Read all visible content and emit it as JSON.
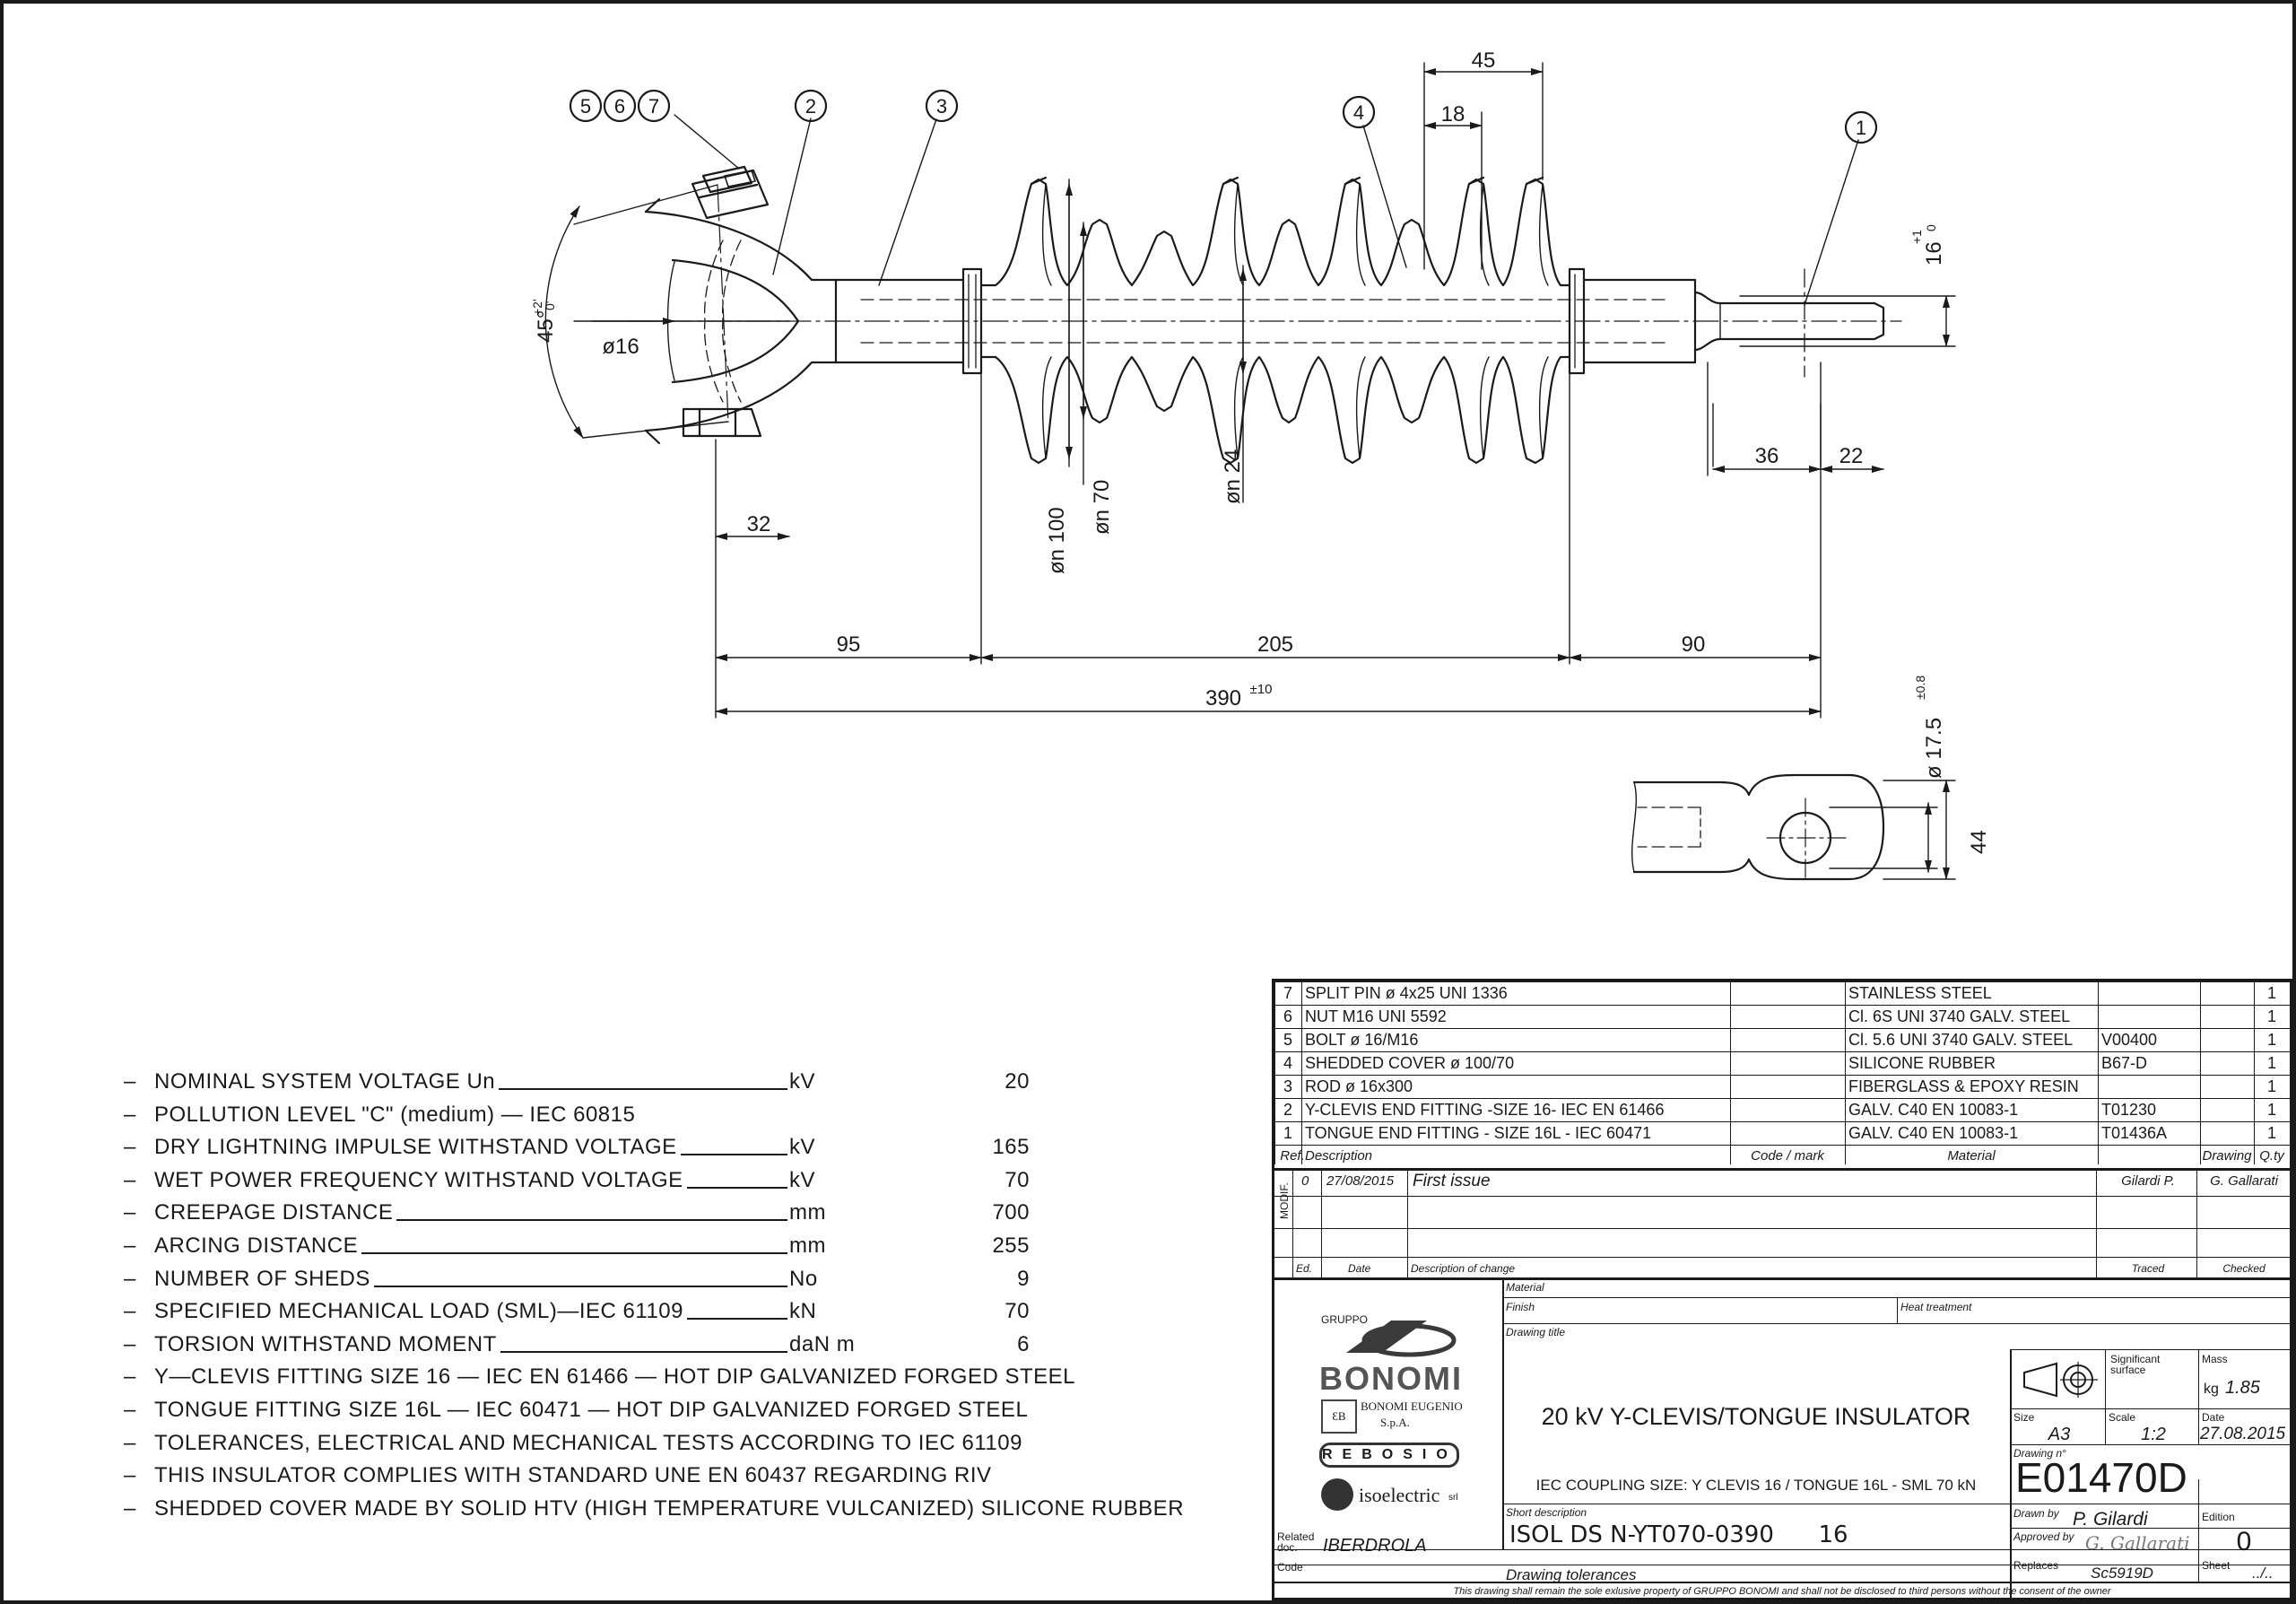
{
  "balloons": {
    "b5": "5",
    "b6": "6",
    "b7": "7",
    "b2": "2",
    "b3": "3",
    "b4": "4",
    "b1": "1"
  },
  "dimensions": {
    "d45": "45",
    "d18": "18",
    "angle": "45°",
    "angle_tol_top": "+2'",
    "angle_tol_bot": "0'",
    "dia16": "ø16",
    "d32": "32",
    "n100": "øn 100",
    "n70": "øn 70",
    "n24": "øn 24",
    "d36": "36",
    "d22": "22",
    "d16": "16",
    "d16_tol_top": "+1",
    "d16_tol_bot": "0",
    "d95": "95",
    "d205": "205",
    "d90": "90",
    "d390": "390",
    "d390_tol": "±10",
    "d17_5": "ø 17.5",
    "d17_5_tol": "±0.8",
    "d44": "44"
  },
  "specs": [
    {
      "label": "NOMINAL SYSTEM VOLTAGE Un",
      "unit": "kV",
      "value": "20",
      "leader": true
    },
    {
      "label": "POLLUTION LEVEL \"C\" (medium) — IEC 60815",
      "unit": "",
      "value": "",
      "leader": false
    },
    {
      "label": "DRY LIGHTNING IMPULSE WITHSTAND VOLTAGE",
      "unit": "kV",
      "value": "165",
      "leader": true
    },
    {
      "label": "WET POWER FREQUENCY WITHSTAND VOLTAGE",
      "unit": "kV",
      "value": "70",
      "leader": true
    },
    {
      "label": "CREEPAGE DISTANCE",
      "unit": "mm",
      "value": "700",
      "leader": true
    },
    {
      "label": "ARCING DISTANCE",
      "unit": "mm",
      "value": "255",
      "leader": true
    },
    {
      "label": "NUMBER OF SHEDS",
      "unit": "No",
      "value": "9",
      "leader": true
    },
    {
      "label": "SPECIFIED MECHANICAL LOAD (SML)—IEC 61109",
      "unit": "kN",
      "value": "70",
      "leader": true
    },
    {
      "label": "TORSION WITHSTAND MOMENT",
      "unit": "daN m",
      "value": "6",
      "leader": true
    },
    {
      "label": "Y—CLEVIS FITTING SIZE 16 — IEC EN 61466 — HOT DIP GALVANIZED FORGED STEEL",
      "unit": "",
      "value": "",
      "leader": false
    },
    {
      "label": "TONGUE FITTING SIZE 16L — IEC 60471 — HOT DIP GALVANIZED FORGED STEEL",
      "unit": "",
      "value": "",
      "leader": false
    },
    {
      "label": "TOLERANCES, ELECTRICAL AND MECHANICAL TESTS ACCORDING TO IEC 61109",
      "unit": "",
      "value": "",
      "leader": false
    },
    {
      "label": "THIS INSULATOR COMPLIES WITH STANDARD UNE EN 60437 REGARDING RIV",
      "unit": "",
      "value": "",
      "leader": false
    },
    {
      "label": "SHEDDED COVER MADE BY SOLID HTV (HIGH TEMPERATURE VULCANIZED) SILICONE RUBBER",
      "unit": "",
      "value": "",
      "leader": false
    }
  ],
  "bom": {
    "rows": [
      {
        "ref": "7",
        "desc": "SPLIT PIN ø 4x25 UNI 1336",
        "code": "",
        "material": "STAINLESS STEEL",
        "drawing": "",
        "qty": "1"
      },
      {
        "ref": "6",
        "desc": "NUT M16 UNI 5592",
        "code": "",
        "material": "Cl. 6S UNI 3740 GALV. STEEL",
        "drawing": "",
        "qty": "1"
      },
      {
        "ref": "5",
        "desc": "BOLT ø 16/M16",
        "code": "",
        "material": "Cl. 5.6 UNI 3740 GALV. STEEL",
        "drawing": "V00400",
        "qty": "1"
      },
      {
        "ref": "4",
        "desc": "SHEDDED COVER ø 100/70",
        "code": "",
        "material": "SILICONE RUBBER",
        "drawing": "B67-D",
        "qty": "1"
      },
      {
        "ref": "3",
        "desc": "ROD ø 16x300",
        "code": "",
        "material": "FIBERGLASS & EPOXY RESIN",
        "drawing": "",
        "qty": "1"
      },
      {
        "ref": "2",
        "desc": "Y-CLEVIS END FITTING -SIZE 16- IEC EN 61466",
        "code": "",
        "material": "GALV. C40 EN 10083-1",
        "drawing": "T01230",
        "qty": "1"
      },
      {
        "ref": "1",
        "desc": "TONGUE END FITTING - SIZE 16L - IEC 60471",
        "code": "",
        "material": "GALV. C40 EN 10083-1",
        "drawing": "T01436A",
        "qty": "1"
      }
    ],
    "headers": {
      "ref": "Ref.",
      "desc": "Description",
      "code": "Code / mark",
      "material": "Material",
      "drawing": "Drawing",
      "qty": "Q.ty"
    }
  },
  "revision": {
    "modif_label": "MODIF.",
    "ed": "0",
    "date": "27/08/2015",
    "desc": "First issue",
    "traced_by": "Gilardi P.",
    "checked_by": "G. Gallarati",
    "headers": {
      "ed": "Ed.",
      "date": "Date",
      "desc": "Description of change",
      "traced": "Traced",
      "checked": "Checked"
    }
  },
  "logos": {
    "gruppo": "GRUPPO",
    "bonomi": "BONOMI",
    "bonomi_eugenio": "BONOMI EUGENIO",
    "spa": "S.p.A.",
    "rebosio": "REBOSIO",
    "isoelectric": "isoelectric",
    "srl": "srl"
  },
  "title_block": {
    "material_label": "Material",
    "finish_label": "Finish",
    "heat_label": "Heat treatment",
    "drawing_title_label": "Drawing title",
    "title": "20 kV Y-CLEVIS/TONGUE INSULATOR",
    "subtitle": "IEC COUPLING SIZE: Y CLEVIS 16 / TONGUE 16L - SML 70 kN",
    "short_desc_label": "Short description",
    "short_desc": "ISOL DS N-YT070-0390      16",
    "related_label_1": "Related",
    "related_label_2": "doc.",
    "related": "IBERDROLA",
    "code_label": "Code",
    "drawing_tolerances": "Drawing tolerances",
    "surface_label_1": "Significant",
    "surface_label_2": "surface",
    "mass_label": "Mass",
    "mass_unit": "kg",
    "mass": "1.85",
    "size_label": "Size",
    "size": "A3",
    "scale_label": "Scale",
    "scale": "1:2",
    "date_label": "Date",
    "date": "27.08.2015",
    "drawing_no_label": "Drawing n°",
    "drawing_no": "E01470D",
    "drawn_label": "Drawn by",
    "drawn": "P. Gilardi",
    "approved_label": "Approved by",
    "approved": "G. Gallarati",
    "edition_label": "Edition",
    "edition": "0",
    "replaces_label": "Replaces",
    "replaces": "Sc5919D",
    "sheet_label": "Sheet",
    "sheet": "../..",
    "disclaimer": "This drawing shall remain the sole exlusive property of GRUPPO BONOMI and shall not be disclosed to third persons without the consent of the owner"
  },
  "colors": {
    "ink": "#1a1a1a",
    "paper": "#ffffff"
  }
}
